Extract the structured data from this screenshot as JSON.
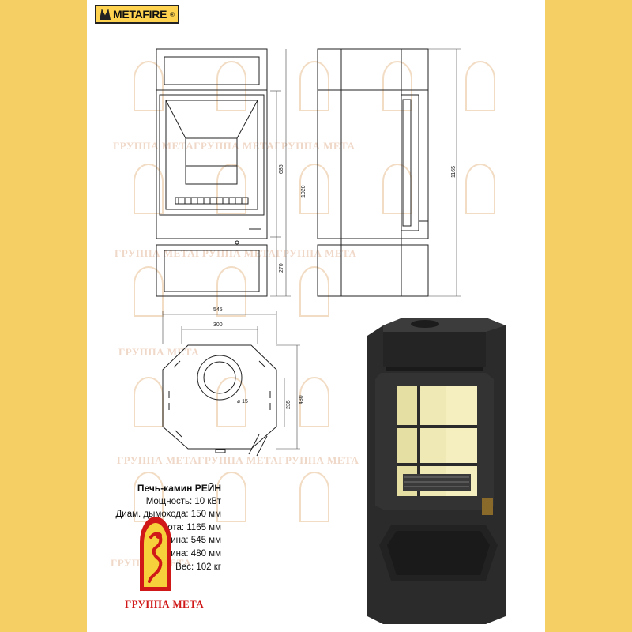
{
  "brand": {
    "logo_text": "METAFIRE",
    "logo_reg": "®"
  },
  "drawing": {
    "front_dims": [
      "685",
      "270",
      "1020"
    ],
    "side_dims": [
      "1165"
    ],
    "top_dims": [
      "545",
      "300",
      "235",
      "480",
      "⌀ 15"
    ]
  },
  "watermark": {
    "text_a": "ГРУППА МЕТА",
    "text_b": "ГРУППА МЕТАГРУППА МЕТАГРУППА МЕТА"
  },
  "spec": {
    "title": "Печь-камин РЕЙН",
    "power": "Мощность: 10 кВт",
    "flue": "Диам. дымохода: 150 мм",
    "height": "Высота: 1165 мм",
    "width": "Ширина: 545 мм",
    "depth": "Глубина: 480 мм",
    "weight": "Вес: 102 кг"
  },
  "footer": {
    "group_name": "ГРУППА МЕТА"
  },
  "colors": {
    "border": "#f5cf63",
    "stove_body": "#2b2b2b",
    "glass": "#efe9b5",
    "accent_red": "#d01818"
  }
}
